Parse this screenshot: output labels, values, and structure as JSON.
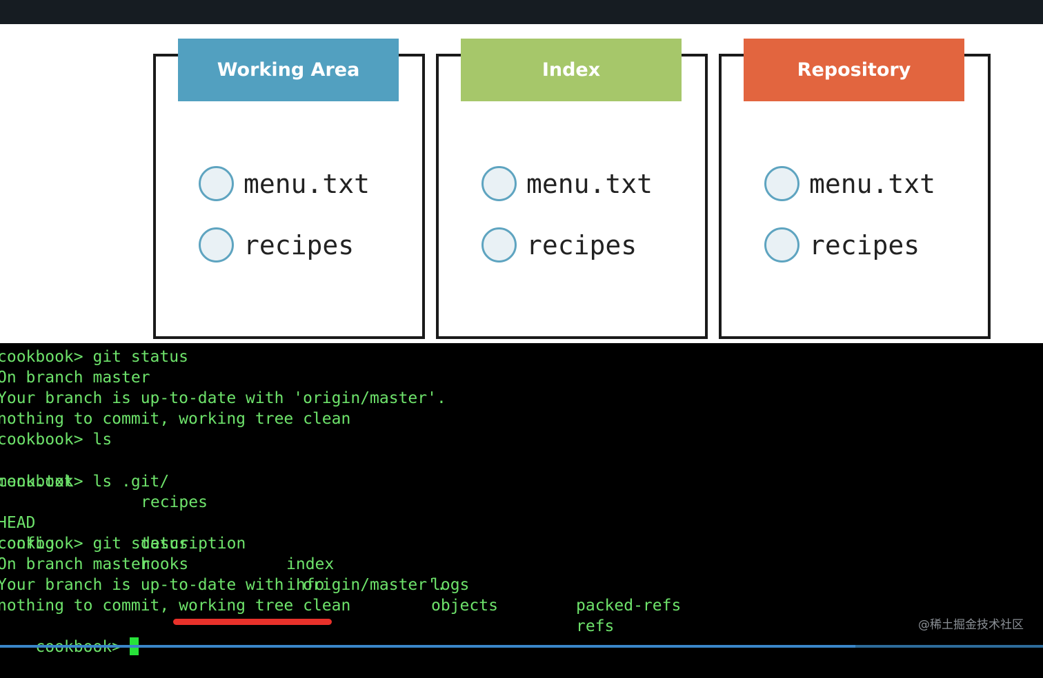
{
  "panels": [
    {
      "title": "Working Area",
      "color": "#52a0c0",
      "files": [
        "menu.txt",
        "recipes"
      ]
    },
    {
      "title": "Index",
      "color": "#a6c76a",
      "files": [
        "menu.txt",
        "recipes"
      ]
    },
    {
      "title": "Repository",
      "color": "#e2653f",
      "files": [
        "menu.txt",
        "recipes"
      ]
    }
  ],
  "terminal": {
    "lines": [
      "cookbook> git status",
      "On branch master",
      "Your branch is up-to-date with 'origin/master'.",
      "nothing to commit, working tree clean",
      "cookbook> ls"
    ],
    "ls_row": [
      "menu.txt",
      "recipes"
    ],
    "ls_git_prompt": "cookbook> ls .git/",
    "git_dir_rows": [
      [
        "HEAD",
        "description",
        "index",
        "logs",
        "packed-refs"
      ],
      [
        "config",
        "hooks",
        "info",
        "objects",
        "refs"
      ]
    ],
    "lines2": [
      "cookbook> git status",
      "On branch master",
      "Your branch is up-to-date with 'origin/master'.",
      "nothing to commit, working tree clean"
    ],
    "final_prompt": "cookbook>",
    "text_color": "#6ee36b"
  },
  "watermark": "@稀土掘金技术社区",
  "highlight_color": "#e8312a",
  "video_progress": 0.82
}
